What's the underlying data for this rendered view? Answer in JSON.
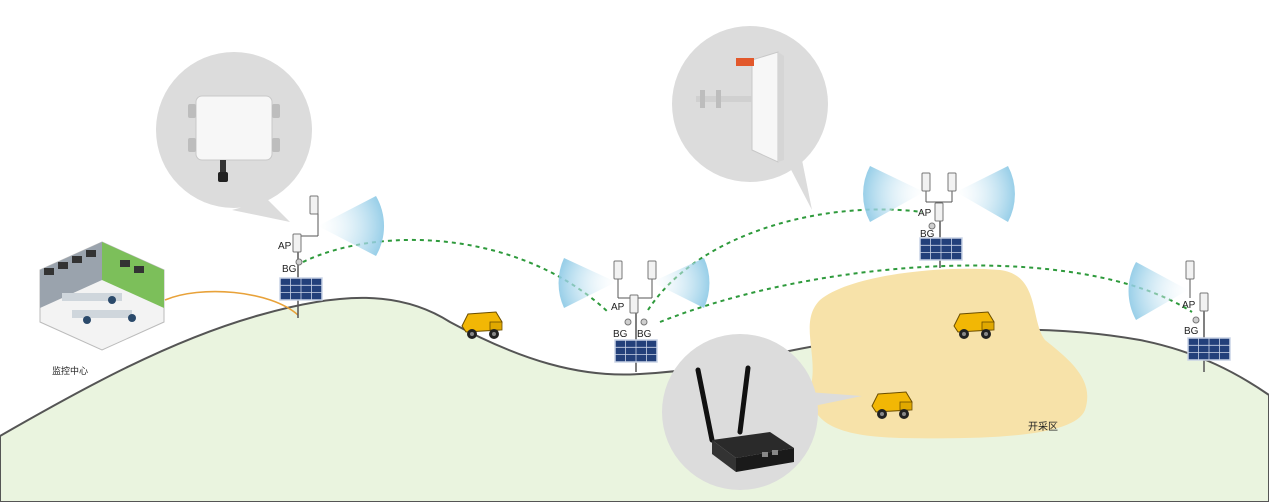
{
  "labels": {
    "monitor_center": "监控中心",
    "mining_zone": "开采区",
    "ap": "AP",
    "bg": "BG"
  },
  "colors": {
    "hill_fill": "#eaf4df",
    "hill_stroke": "#555555",
    "mining_fill": "#f7e2a9",
    "wireless_link": "#2e9a3c",
    "wired_link": "#e8a23a",
    "callout_bg": "#dcdcdc",
    "signal_blue": "#8ecae6",
    "truck_yellow": "#f2b705",
    "monitor_wall": "#7cbf5a"
  },
  "icons": [
    "monitoring-center-icon",
    "outdoor-ap-device-icon",
    "panel-antenna-device-icon",
    "router-device-icon",
    "solar-panel-icon",
    "mining-truck-icon"
  ]
}
